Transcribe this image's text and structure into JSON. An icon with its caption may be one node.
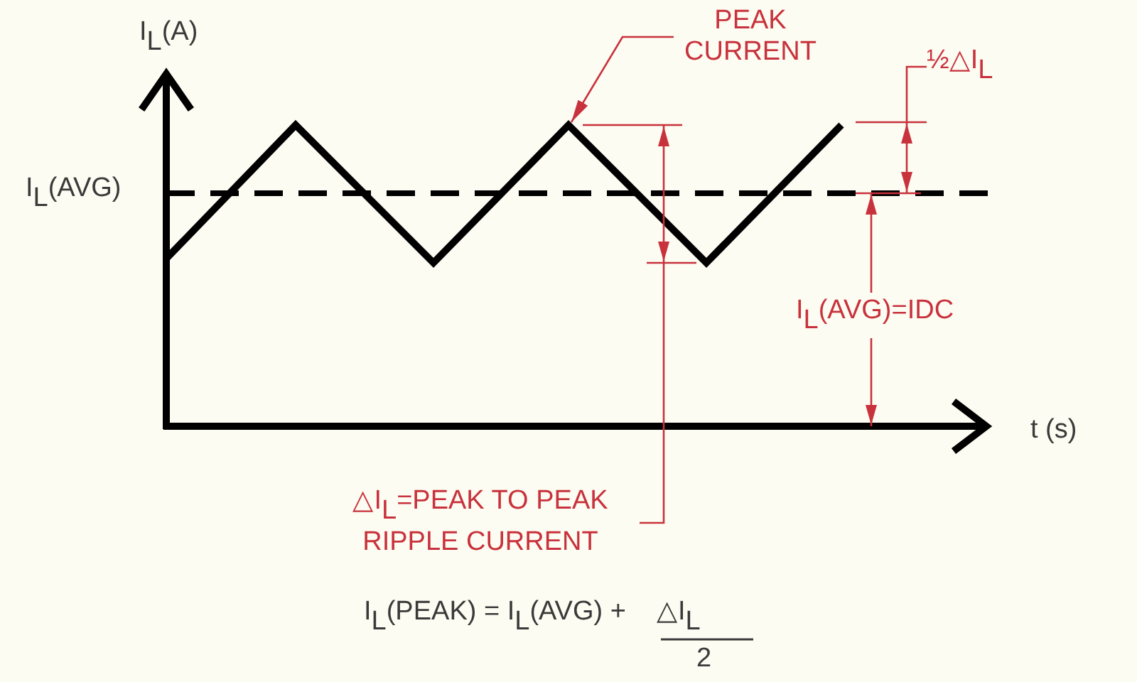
{
  "diagram": {
    "nodes": [
      {
        "text": [
          "PEAK CURRENT"
        ]
      },
      {
        "text": [],
        "shape": "line"
      }
    ],
    "edges": [
      {
        "from": 0,
        "to": 1,
        "arrow": "to"
      }
    ],
    "labels": [
      "I$_{L}$(A)",
      "I$_{L}$(AVG)",
      "½△I$_{L}$",
      "I$_{L}$(AVG)=IDC",
      "t (s)",
      "△I$_{L}$=PEAK TO PEAK RIPPLE CURRENT",
      "I$_{L}$(PEAK) = I$_{L}$(AVG) +",
      "△I$_{L}$",
      "2"
    ]
  }
}
